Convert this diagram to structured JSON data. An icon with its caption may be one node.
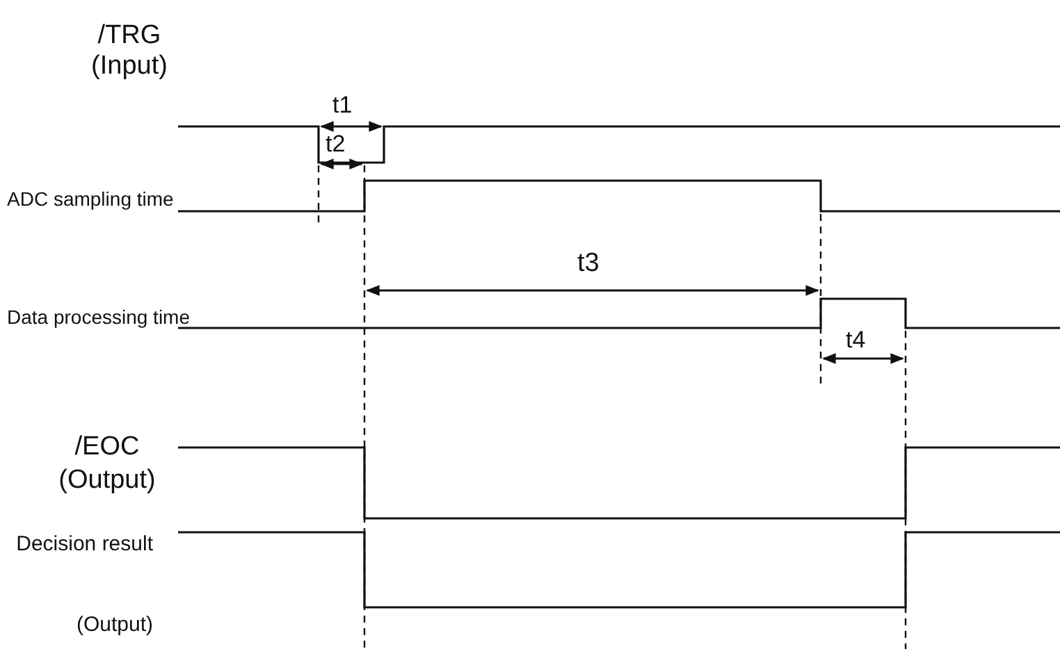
{
  "diagram": {
    "labels": [
      "/TRG (Input)",
      "t1",
      "t2",
      "ADC sampling time",
      "t3",
      "Data processing time",
      "t4",
      "/EOC (Output)",
      "Decision result (Output)"
    ]
  }
}
